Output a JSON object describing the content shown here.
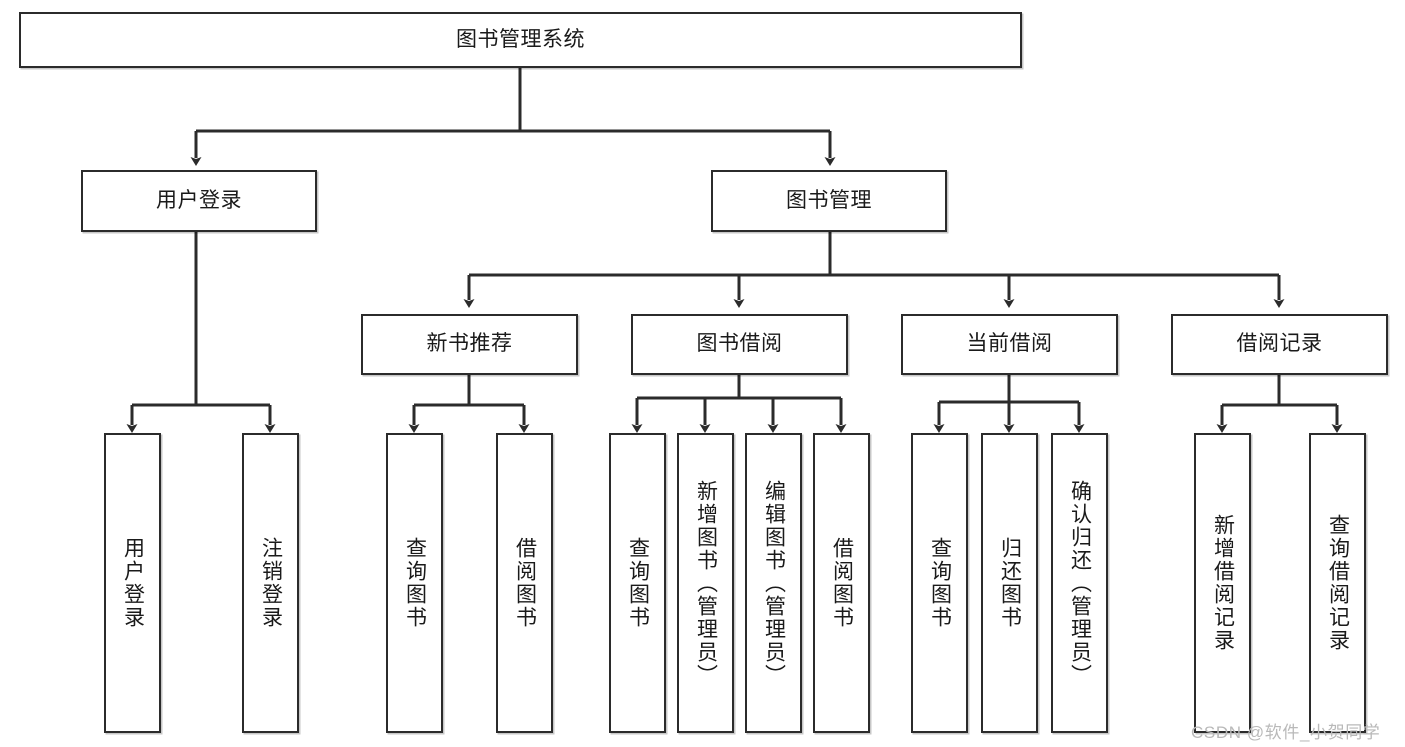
{
  "diagram": {
    "type": "tree-hierarchy",
    "orientation": "top-down",
    "style": {
      "box_border_color": "#2b2b2b",
      "box_fill_color": "#ffffff",
      "line_color": "#2b2b2b",
      "text_color": "#1a1a1a",
      "background_color": "#ffffff",
      "watermark_color": "#b9b9b9"
    },
    "root": {
      "label": "图书管理系统"
    },
    "level2": [
      {
        "label": "用户登录"
      },
      {
        "label": "图书管理"
      }
    ],
    "level3": [
      {
        "label": "新书推荐"
      },
      {
        "label": "图书借阅"
      },
      {
        "label": "当前借阅"
      },
      {
        "label": "借阅记录"
      }
    ],
    "leaves": {
      "user_login": [
        {
          "label": "用户登录"
        },
        {
          "label": "注销登录"
        }
      ],
      "new_book_recommend": [
        {
          "label": "查询图书"
        },
        {
          "label": "借阅图书"
        }
      ],
      "book_borrow": [
        {
          "label": "查询图书"
        },
        {
          "label": "新增图书（管理员）"
        },
        {
          "label": "编辑图书（管理员）"
        },
        {
          "label": "借阅图书"
        }
      ],
      "current_borrow": [
        {
          "label": "查询图书"
        },
        {
          "label": "归还图书"
        },
        {
          "label": "确认归还（管理员）"
        }
      ],
      "borrow_record": [
        {
          "label": "新增借阅记录"
        },
        {
          "label": "查询借阅记录"
        }
      ]
    }
  },
  "watermark": {
    "text": "CSDN @软件_小贺同学"
  }
}
